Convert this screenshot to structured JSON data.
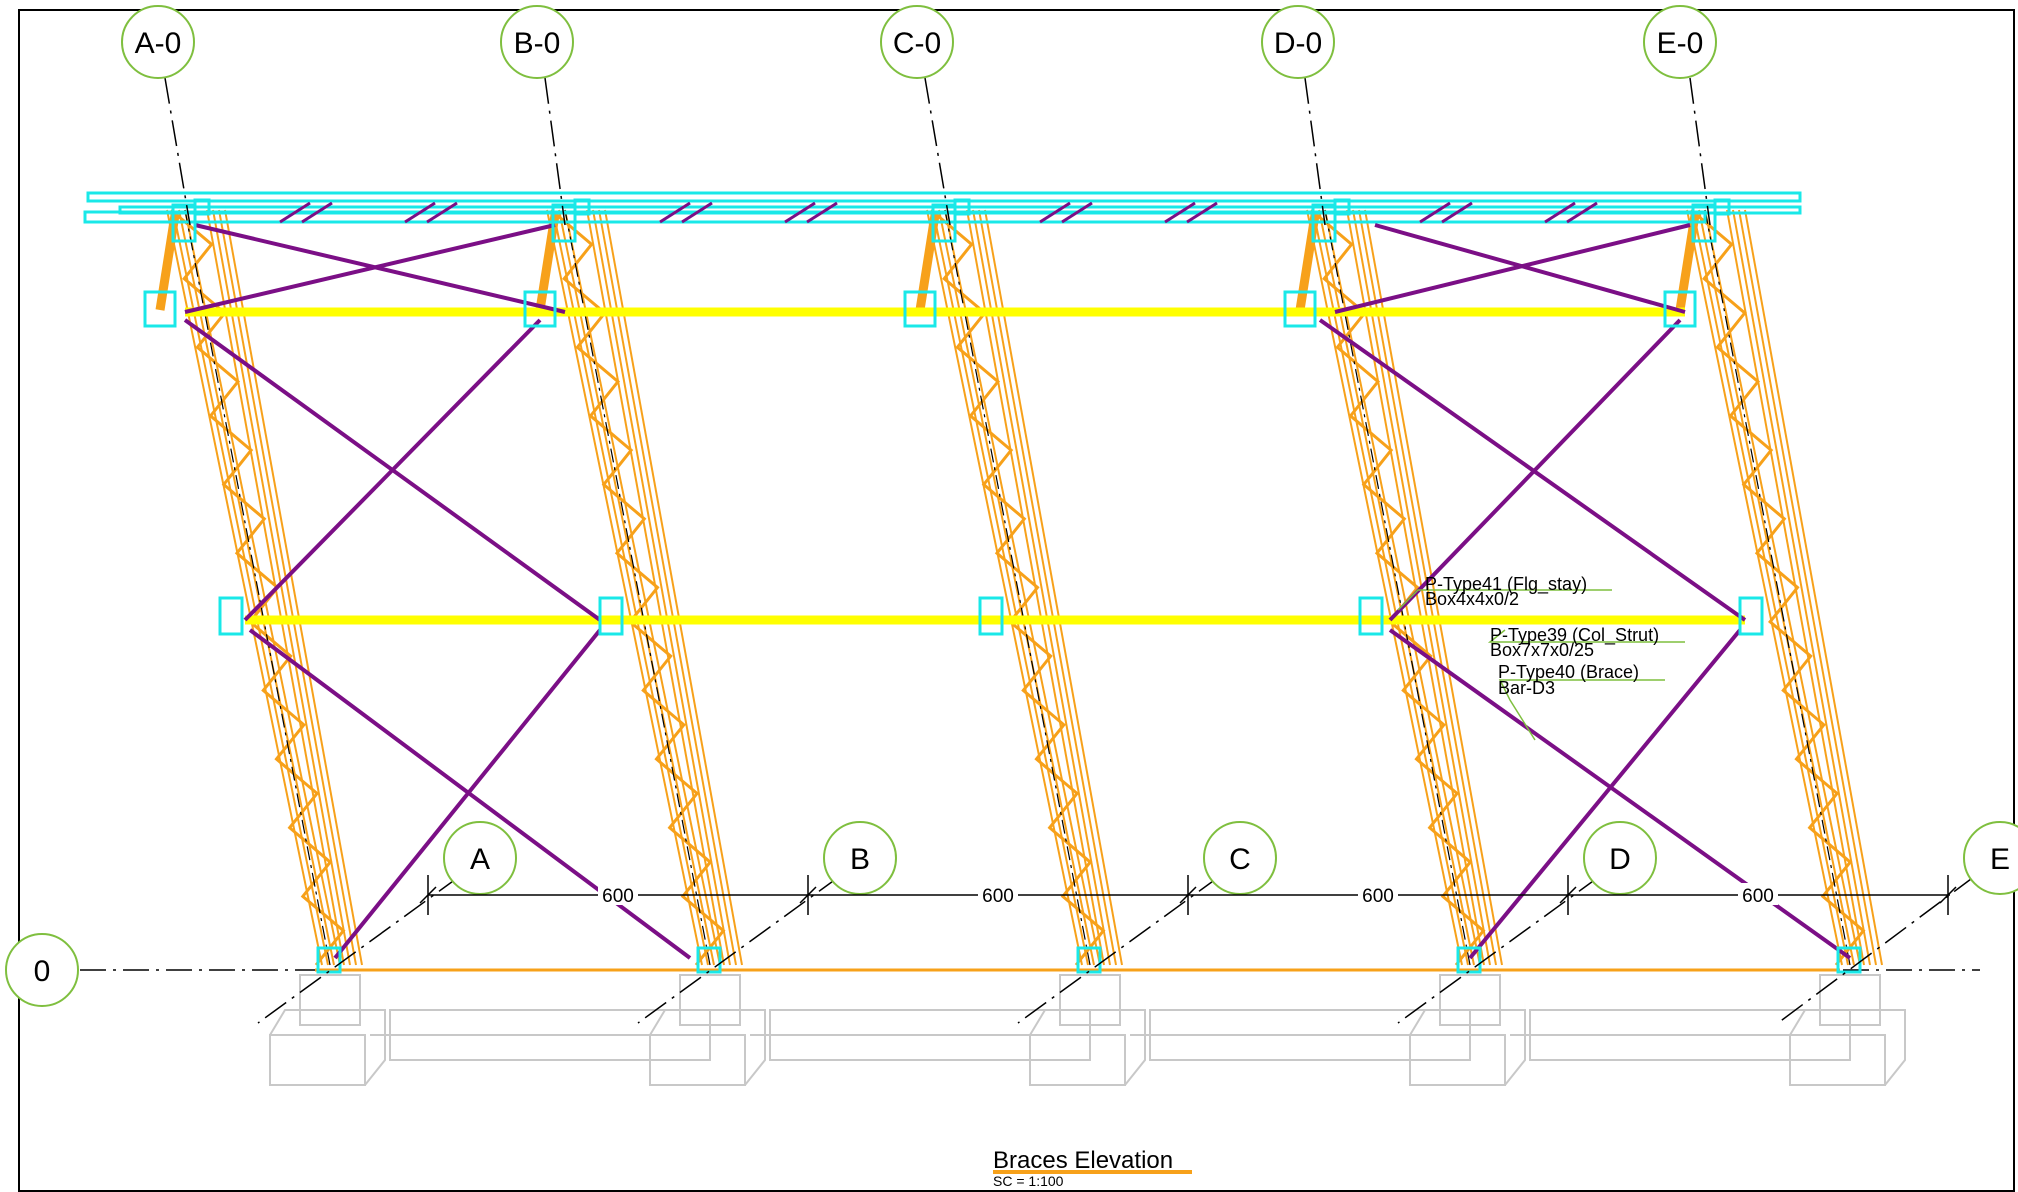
{
  "drawing": {
    "top_grid_labels": [
      "A-0",
      "B-0",
      "C-0",
      "D-0",
      "E-0"
    ],
    "bottom_grid_labels": [
      "A",
      "B",
      "C",
      "D",
      "E"
    ],
    "row_label": "0",
    "dimensions": [
      "600",
      "600",
      "600",
      "600"
    ],
    "annotations": [
      {
        "type": "P-Type41 (Flg_stay)",
        "section": "Box4x4x0/2"
      },
      {
        "type": "P-Type39 (Col_Strut)",
        "section": "Box7x7x0/25"
      },
      {
        "type": "P-Type40 (Brace)",
        "section": "Bar-D3"
      }
    ],
    "title": "Braces Elevation",
    "scale": "SC = 1:100"
  },
  "colors": {
    "column": "#f7a11a",
    "brace": "#7b0f86",
    "strut": "#ffff00",
    "connection": "#19e8e8",
    "foundation": "#c8c8c8",
    "grid_bubble": "#7fbf3f"
  }
}
